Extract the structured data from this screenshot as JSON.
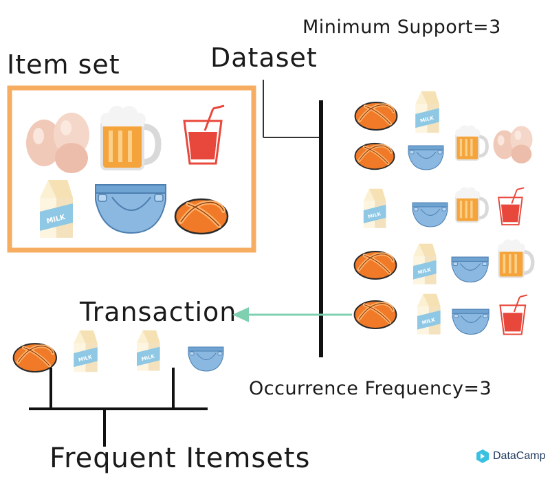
{
  "labels": {
    "minimum_support": "Minimum Support=3",
    "dataset": "Dataset",
    "item_set": "Item set",
    "transaction": "Transaction",
    "occurrence_frequency": "Occurrence Frequency=3",
    "frequent_itemsets": "Frequent Itemsets"
  },
  "milk_carton_text": "MILK",
  "brand": {
    "name": "DataCamp",
    "icon": "datacamp-logo-icon"
  },
  "item_set": [
    "eggs",
    "beer",
    "juice",
    "milk",
    "diaper",
    "bread"
  ],
  "transactions": [
    [
      "bread",
      "milk"
    ],
    [
      "bread",
      "diaper",
      "beer",
      "eggs"
    ],
    [
      "milk",
      "diaper",
      "beer",
      "juice"
    ],
    [
      "bread",
      "milk",
      "diaper",
      "beer"
    ],
    [
      "bread",
      "milk",
      "diaper",
      "juice"
    ]
  ],
  "frequent_itemsets": [
    [
      "bread",
      "milk"
    ],
    [
      "milk",
      "diaper"
    ]
  ],
  "colors": {
    "frame": "#f6ad62",
    "bread": "#f07a27",
    "milk_band": "#8fc8e4",
    "diaper": "#8ab8e0",
    "beer": "#f5a43c",
    "juice": "#e8483b",
    "eggs": "#f0c9b8",
    "arrow": "#7fd0b0"
  }
}
